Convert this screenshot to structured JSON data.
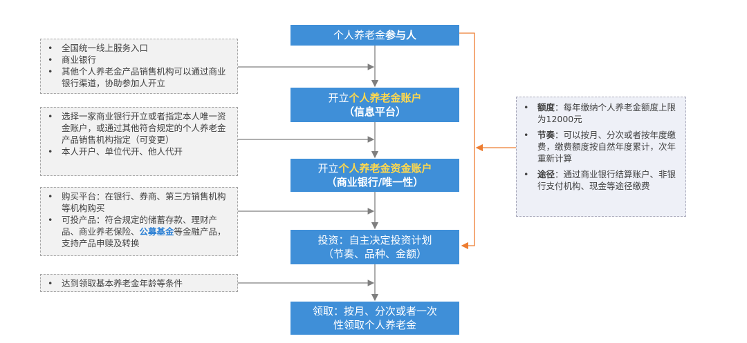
{
  "flow": {
    "step1": {
      "prefix": "个人养老金",
      "bold": "参与人"
    },
    "step2": {
      "prefix": "开立",
      "em": "个人养老金账户",
      "line2": "（信息平台）"
    },
    "step3": {
      "prefix": "开立",
      "em": "个人养老金资金账户",
      "line2": "（商业银行/唯一性）"
    },
    "step4": {
      "line1": "投资：自主决定投资计划",
      "line2": "（节奏、品种、金额）"
    },
    "step5": {
      "line1": "领取：按月、分次或者一次",
      "line2": "性领取个人养老金"
    }
  },
  "notes": {
    "n1": [
      "全国统一线上服务入口",
      "商业银行",
      "其他个人养老金产品销售机构可以通过商业银行渠道，协助参加人开立"
    ],
    "n2": [
      "选择一家商业银行开立或者指定本人唯一资金账户，或通过其他符合规定的个人养老金产品销售机构指定（可变更）",
      "本人开户、单位代开、他人代开"
    ],
    "n3": {
      "item1": "购买平台：在银行、券商、第三方销售机构等机构购买",
      "item2_before": "可投产品：符合规定的储蓄存款、理财产品、商业养老保险、",
      "item2_highlight": "公募基金",
      "item2_after": "等金融产品，支持产品申赎及转换"
    },
    "n4": [
      "达到领取基本养老金年龄等条件"
    ]
  },
  "side_panel": [
    {
      "key": "额度",
      "text": "：每年缴纳个人养老金额度上限为12000元"
    },
    {
      "key": "节奏",
      "text": "：可以按月、分次或者按年度缴费，缴费额度按自然年度累计，次年重新计算"
    },
    {
      "key": "途径",
      "text": "：通过商业银行结算账户、非银行支付机构、现金等途径缴费"
    }
  ],
  "colors": {
    "box": "#3f8fd8",
    "highlight_text": "#ffd84d",
    "link_arrow": "#ed7d31",
    "gray_arrow": "#7f7f7f",
    "fund_highlight": "#2a7fd4"
  }
}
